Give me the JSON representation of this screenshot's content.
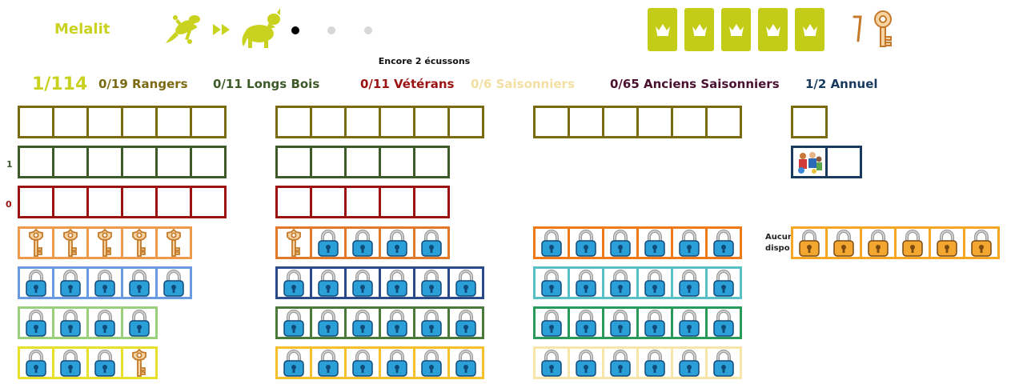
{
  "header": {
    "username": "Melalit",
    "evolution_icons": [
      "salamander-icon",
      "double-arrow-icon",
      "ferret-icon"
    ],
    "progress_dots": 3,
    "crowns": 5,
    "encore_text": "Encore 2 écussons",
    "accent_color": "#c9d21e"
  },
  "stats": {
    "total": "1/114",
    "rangers": "0/19 Rangers",
    "longs_bois": "0/11 Longs Bois",
    "veterans": "0/11 Vétérans",
    "saisonniers": "0/6 Saisonniers",
    "anciens": "0/65 Anciens Saisonniers",
    "annuel": "1/2 Annuel"
  },
  "row_labels": {
    "longs_bois_count": "1",
    "veterans_count": "0"
  },
  "note": {
    "line1": "Aucun",
    "line2": "dispo"
  },
  "colors": {
    "rangers": "#7a6a12",
    "longs_bois": "#3e5a28",
    "veterans": "#9a1212",
    "saisonniers": "#f3dfa2",
    "anciens": "#4a1030",
    "annuel": "#173a5e",
    "key": "#c47a2a",
    "lock": "#2a9fd8"
  }
}
